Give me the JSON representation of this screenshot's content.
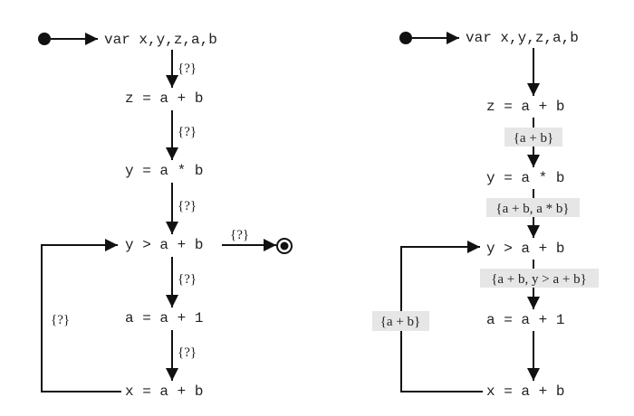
{
  "left_flow": {
    "statements": [
      "var x,y,z,a,b",
      "z = a + b",
      "y = a * b",
      "y > a + b",
      "a = a + 1",
      "x = a + b"
    ],
    "edge_labels": [
      "{?}",
      "{?}",
      "{?}",
      "{?}",
      "{?}"
    ],
    "exit_label": "{?}",
    "loop_label": "{?}"
  },
  "right_flow": {
    "statements": [
      "var x,y,z,a,b",
      "z = a + b",
      "y = a * b",
      "y > a + b",
      "a = a + 1",
      "x = a + b"
    ],
    "edge_labels": [
      "{a + b}",
      "{a + b, a * b}",
      "{a + b, y > a + b}"
    ],
    "loop_label": "{a + b}"
  },
  "colors": {
    "line": "#111111",
    "text": "#222222",
    "label_background": "#e6e6e6"
  }
}
